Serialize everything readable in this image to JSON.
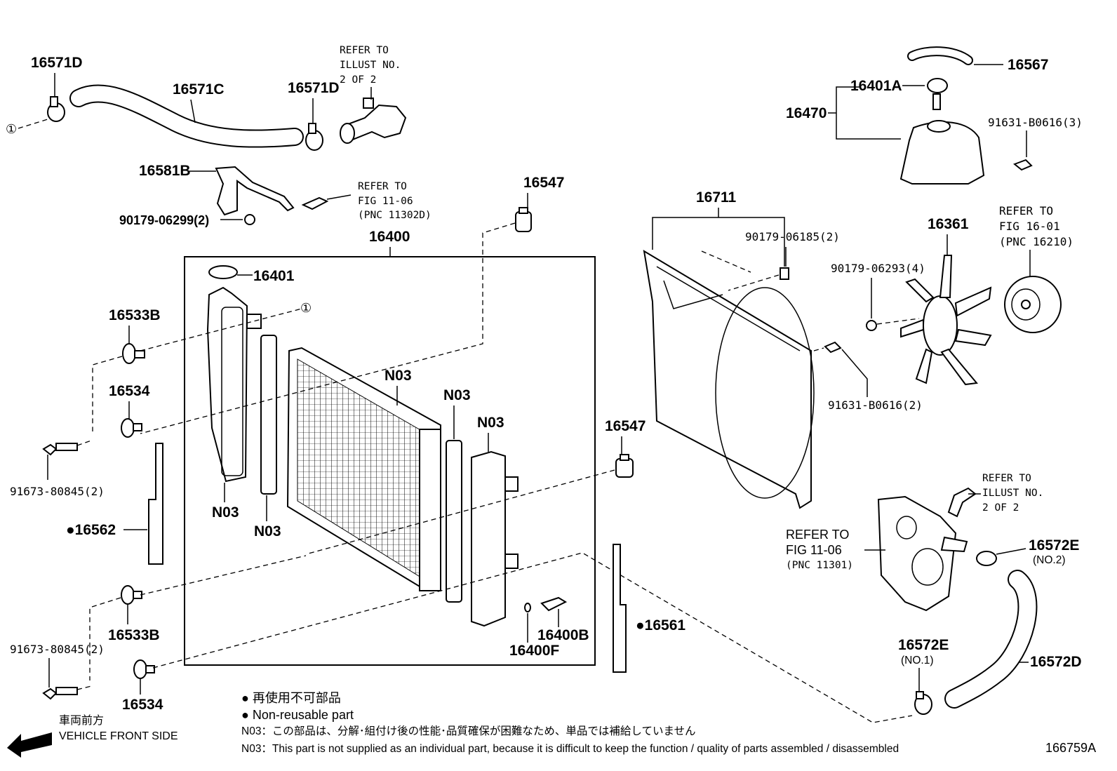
{
  "diagram_id": "166759A",
  "labels": {
    "p16571D_a": "16571D",
    "p16571C": "16571C",
    "p16571D_b": "16571D",
    "refer_illust_top": [
      "REFER TO",
      "ILLUST NO.",
      "2 OF 2"
    ],
    "p16567": "16567",
    "p16401A": "16401A",
    "p16470": "16470",
    "p91631_3": "91631-B0616(3)",
    "p16581B": "16581B",
    "refer_fig_1106_top": [
      "REFER TO",
      "FIG 11-06",
      "(PNC 11302D)"
    ],
    "p90179_06299": "90179-06299(2)",
    "p16547_top": "16547",
    "p16400": "16400",
    "p16711": "16711",
    "p16401": "16401",
    "p16533B_top": "16533B",
    "p16534_top": "16534",
    "p91673_top": "91673-80845(2)",
    "p16562": "●16562",
    "n03_1": "N03",
    "n03_2": "N03",
    "n03_3": "N03",
    "n03_4": "N03",
    "n03_5": "N03",
    "p90179_06185": "90179-06185(2)",
    "p16361": "16361",
    "refer_fig_1601": [
      "REFER TO",
      "FIG 16-01",
      "(PNC 16210)"
    ],
    "p90179_06293": "90179-06293(4)",
    "p91631_2": "91631-B0616(2)",
    "p16547_mid": "16547",
    "refer_illust_right": [
      "REFER TO",
      "ILLUST NO.",
      "2 OF 2"
    ],
    "refer_fig_1106_right": [
      "REFER TO",
      "FIG 11-06",
      "(PNC 11301)"
    ],
    "p16572E_no2": "16572E",
    "no2": "(NO.2)",
    "p16533B_bot": "16533B",
    "p91673_bot": "91673-80845(2)",
    "p16534_bot": "16534",
    "p16400B": "16400B",
    "p16400F": "16400F",
    "p16561": "●16561",
    "p16572E_no1": "16572E",
    "no1": "(NO.1)",
    "p16572D": "16572D",
    "circle_1": "①"
  },
  "legend": {
    "jp_nonreusable": "● 再使用不可部品",
    "en_nonreusable": "● Non-reusable part",
    "n03_jp": "N03：この部品は、分解･組付け後の性能･品質確保が困難なため、単品では補給していません",
    "n03_en": "N03：This part is not supplied as an individual part, because it is difficult to keep the function / quality of parts assembled / disassembled",
    "front_jp": "車両前方",
    "front_en": "VEHICLE FRONT SIDE"
  }
}
